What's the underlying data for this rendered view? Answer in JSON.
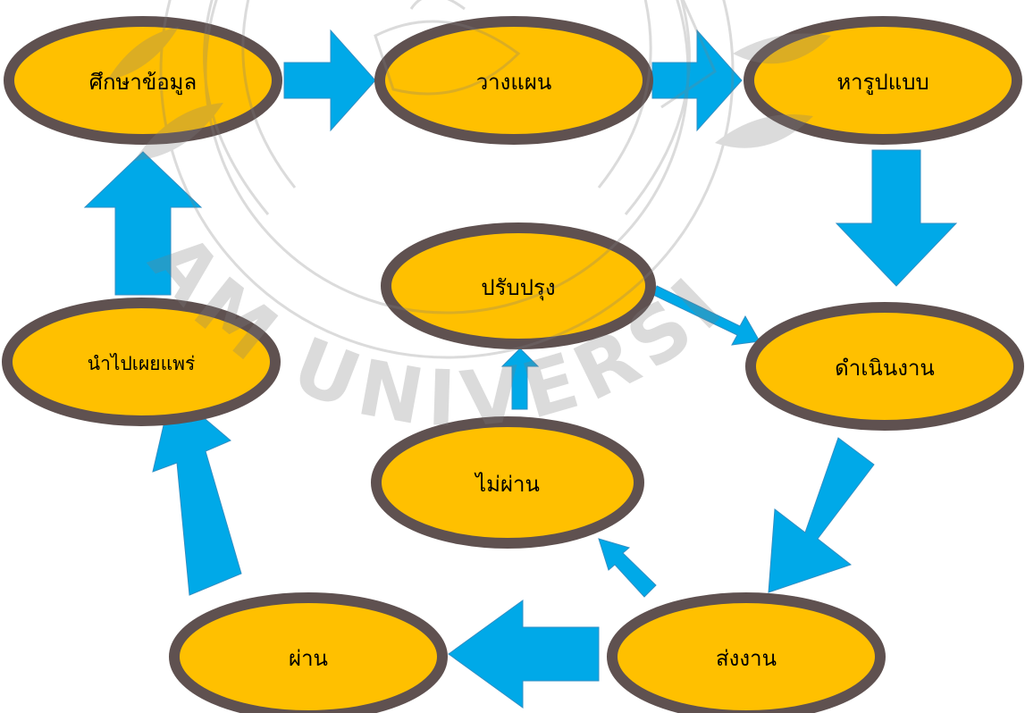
{
  "colors": {
    "node_fill": "#FFC000",
    "node_border": "#5F5150",
    "arrow_fill": "#00A9E8",
    "watermark": "#7f7f7f"
  },
  "nodes": {
    "study": "ศึกษาข้อมูล",
    "plan": "วางแผน",
    "design": "หารูปแบบ",
    "operate": "ดำเนินงาน",
    "submit": "ส่งงาน",
    "pass": "ผ่าน",
    "fail": "ไม่ผ่าน",
    "improve": "ปรับปรุง",
    "publish": "นำไปเผยแพร่"
  },
  "watermark": {
    "text": "SIAM UNIVERSITY"
  }
}
